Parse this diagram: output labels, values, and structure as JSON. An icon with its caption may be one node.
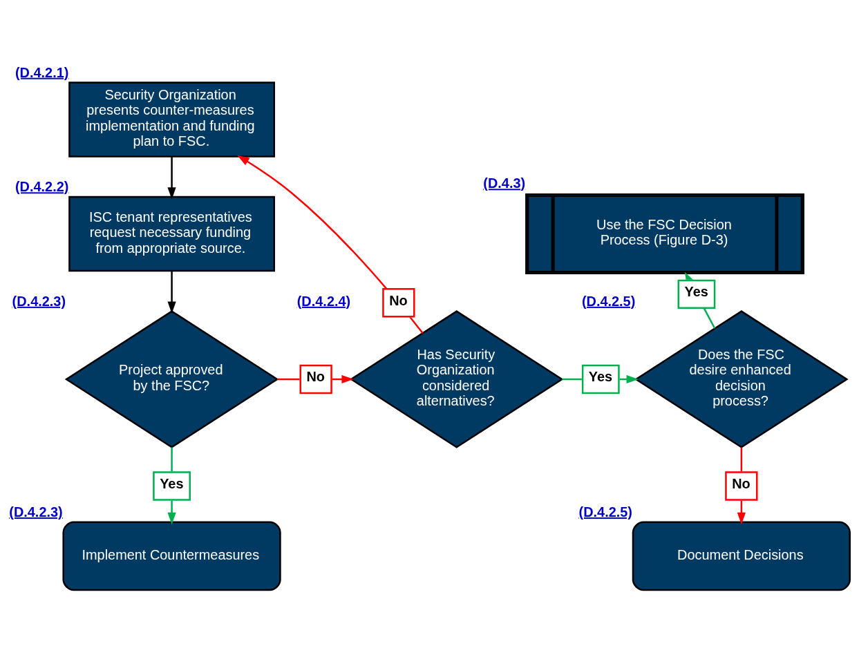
{
  "diagram": {
    "nodes": [
      {
        "text": [
          "Security Organization presents counter-measures implementation and funding plan to FSC."
        ],
        "beside": [
          "(D.4.2.1)"
        ]
      },
      {
        "text": [
          "ISC tenant representatives request necessary funding from appropriate source."
        ],
        "beside": [
          "(D.4.2.2)"
        ]
      },
      {
        "text": [
          "Project approved by the FSC?"
        ],
        "beside": [
          "(D.4.2.3)"
        ]
      },
      {
        "text": [
          "Has Security Organization considered alternatives?"
        ],
        "beside": [
          "(D.4.2.4)"
        ]
      },
      {
        "text": [
          "Does the FSC desire enhanced decision process?"
        ],
        "beside": [
          "(D.4.2.5)"
        ]
      },
      {
        "text": [
          "Use the FSC Decision Process (Figure D-3)"
        ],
        "beside": [
          "(D.4.3)"
        ]
      },
      {
        "text": [
          "Implement Countermeasures"
        ],
        "beside": [
          "(D.4.2.3)"
        ]
      },
      {
        "text": [
          "Document Decisions"
        ],
        "beside": [
          "(D.4.2.5)"
        ]
      }
    ],
    "edges": [
      {
        "from": 0,
        "to": 1,
        "arrow": "to",
        "color": "#000000"
      },
      {
        "from": 1,
        "to": 2,
        "arrow": "to",
        "color": "#000000"
      },
      {
        "from": 2,
        "to": 3,
        "arrow": "to",
        "label": "No",
        "color": "#ff0000"
      },
      {
        "from": 3,
        "to": 0,
        "arrow": "to",
        "label": "No",
        "color": "#ff0000"
      },
      {
        "from": 2,
        "to": 6,
        "arrow": "to",
        "label": "Yes",
        "color": "#00b050"
      },
      {
        "from": 3,
        "to": 4,
        "arrow": "to",
        "label": "Yes",
        "color": "#00b050"
      },
      {
        "from": 4,
        "to": 5,
        "arrow": "to",
        "label": "Yes",
        "color": "#00b050"
      },
      {
        "from": 4,
        "to": 7,
        "arrow": "to",
        "label": "No",
        "color": "#ff0000"
      }
    ]
  }
}
